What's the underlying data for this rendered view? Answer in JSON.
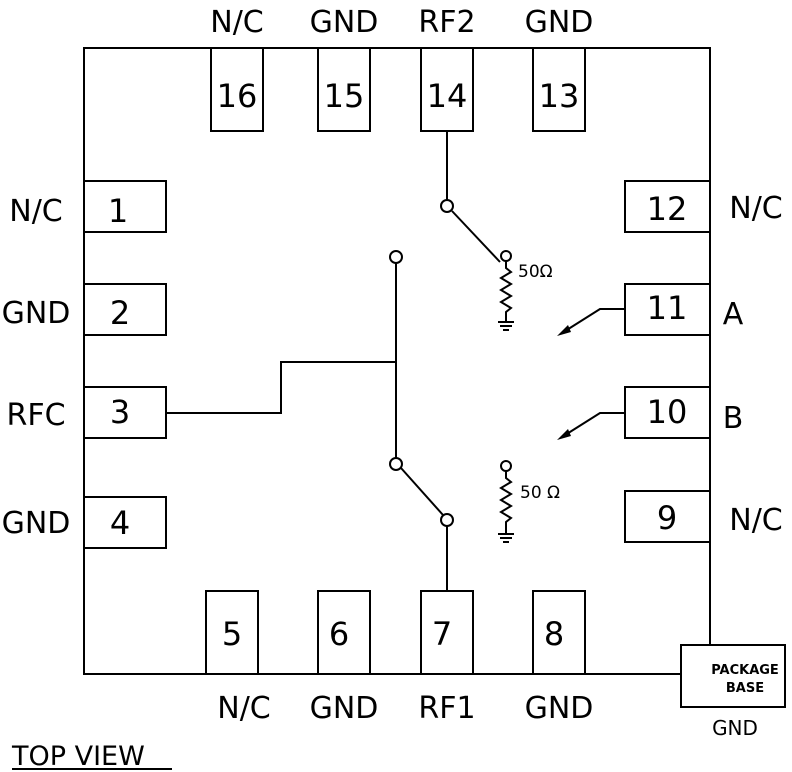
{
  "pins": {
    "p1": {
      "num": "1",
      "name": "N/C"
    },
    "p2": {
      "num": "2",
      "name": "GND"
    },
    "p3": {
      "num": "3",
      "name": "RFC"
    },
    "p4": {
      "num": "4",
      "name": "GND"
    },
    "p5": {
      "num": "5",
      "name": "N/C"
    },
    "p6": {
      "num": "6",
      "name": "GND"
    },
    "p7": {
      "num": "7",
      "name": "RF1"
    },
    "p8": {
      "num": "8",
      "name": "GND"
    },
    "p9": {
      "num": "9",
      "name": "N/C"
    },
    "p10": {
      "num": "10",
      "name": "B"
    },
    "p11": {
      "num": "11",
      "name": "A"
    },
    "p12": {
      "num": "12",
      "name": "N/C"
    },
    "p13": {
      "num": "13",
      "name": "GND"
    },
    "p14": {
      "num": "14",
      "name": "RF2"
    },
    "p15": {
      "num": "15",
      "name": "GND"
    },
    "p16": {
      "num": "16",
      "name": "N/C"
    }
  },
  "termination": {
    "upper": "50Ω",
    "lower": "50 Ω"
  },
  "package_base": {
    "line1": "PACKAGE",
    "line2": "BASE",
    "gnd": "GND"
  },
  "view_label": "TOP VIEW"
}
